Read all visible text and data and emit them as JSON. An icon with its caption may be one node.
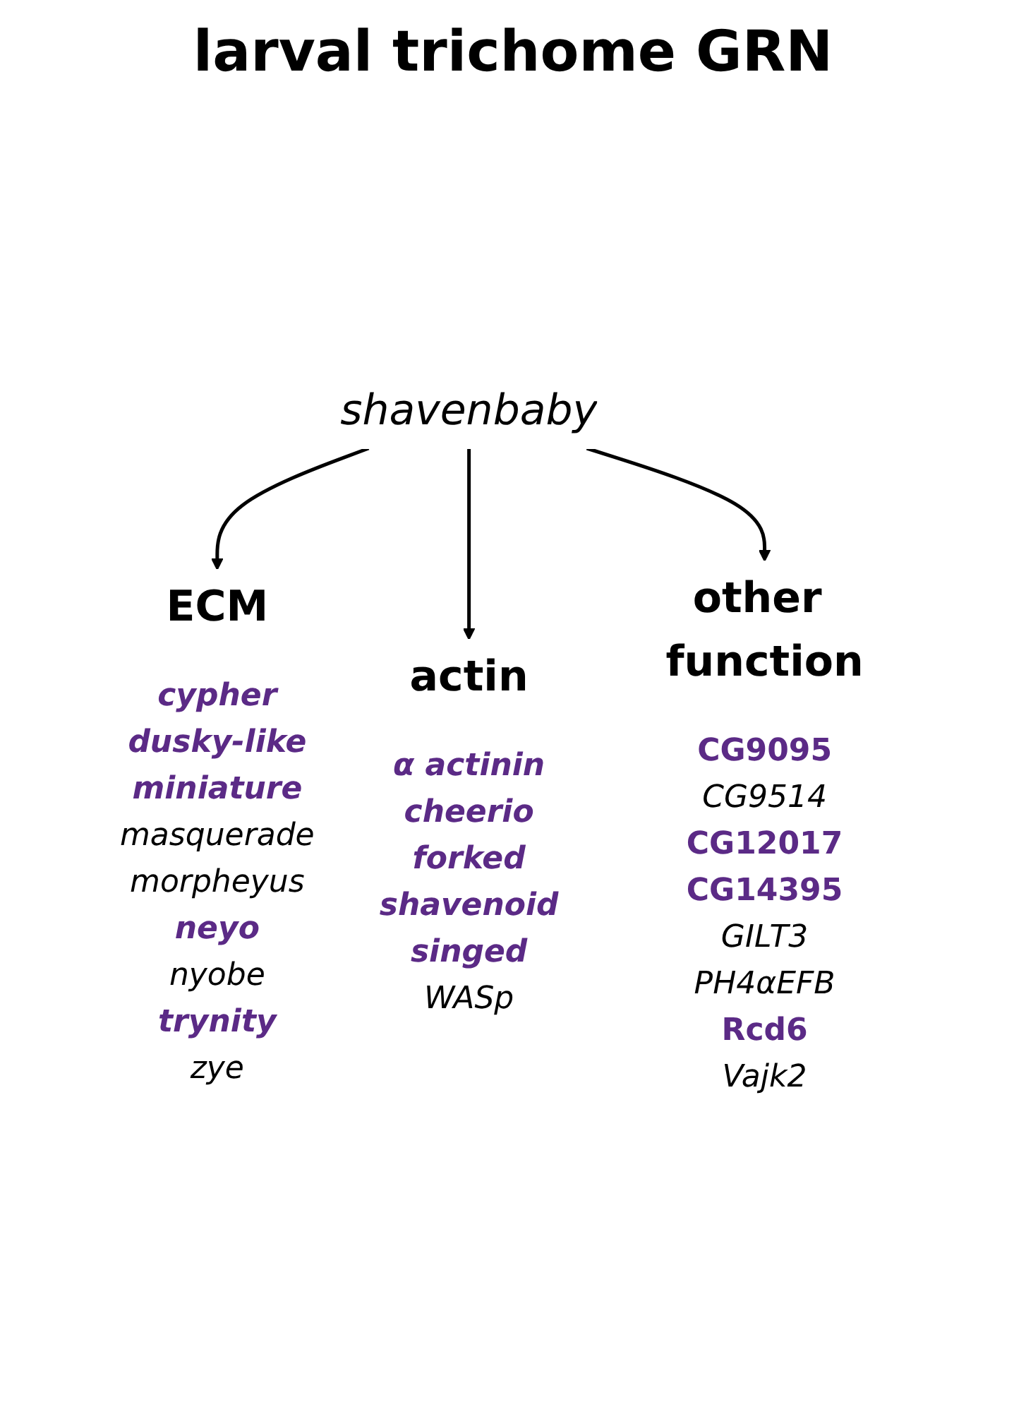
{
  "diagram": {
    "title": "larval trichome GRN",
    "nodes": [
      {
        "text": [
          "shavenbaby"
        ]
      },
      {
        "text": [
          "ECM",
          "cypher",
          "dusky-like",
          "miniature",
          "masquerade",
          "morpheyus",
          "neyo",
          "nyobe",
          "trynity",
          "zye"
        ]
      },
      {
        "text": [
          "actin",
          "α actinin",
          "cheerio",
          "forked",
          "shavenoid",
          "singed",
          "WASp"
        ]
      },
      {
        "text": [
          "other function",
          "CG9095",
          "CG9514",
          "CG12017",
          "CG14395",
          "GILT3",
          "PH4αEFB",
          "Rcd6",
          "Vajk2"
        ]
      }
    ],
    "edges": [
      {
        "from": 0,
        "to": 1,
        "arrow": "to"
      },
      {
        "from": 0,
        "to": 2,
        "arrow": "to"
      },
      {
        "from": 0,
        "to": 3,
        "arrow": "to"
      }
    ]
  }
}
